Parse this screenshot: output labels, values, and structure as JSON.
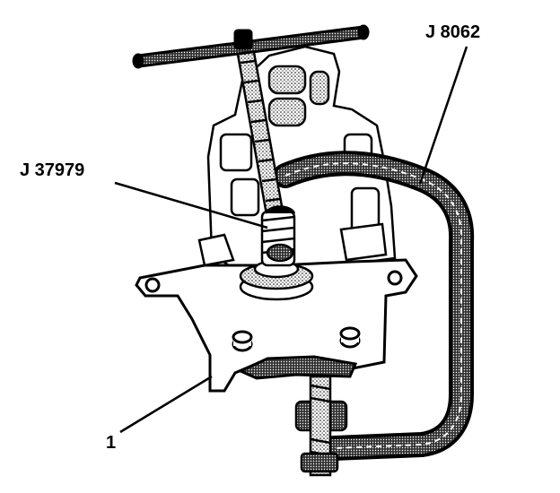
{
  "callouts": {
    "tool_compressor": "J 8062",
    "tool_adapter": "J 37979",
    "item_1": "1"
  },
  "colors": {
    "ink": "#000000",
    "paper": "#ffffff",
    "shade": "#555555"
  }
}
